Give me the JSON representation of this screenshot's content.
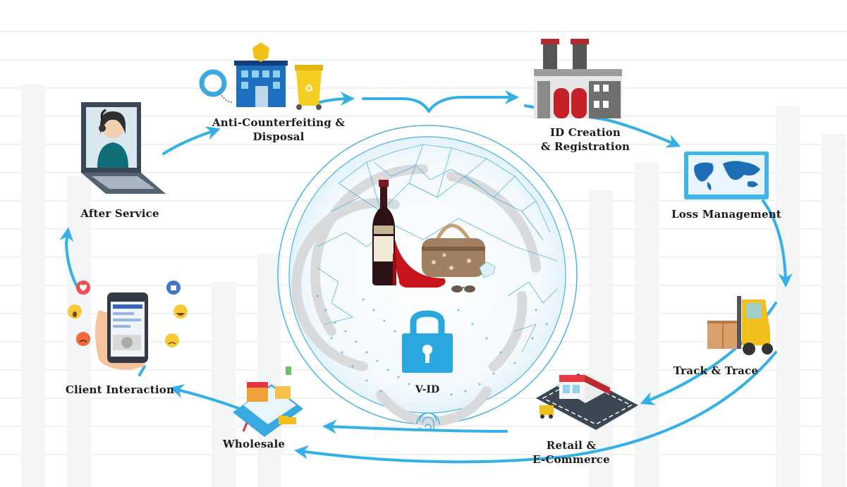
{
  "center": {
    "label": "V-ID",
    "colors": {
      "globe": "#3aa9e0",
      "lock": "#29a8df",
      "arrow": "#33b0e6"
    }
  },
  "stages": [
    {
      "id": "id-creation",
      "label_line1": "ID Creation",
      "label_line2": "& Registration",
      "icon": "factory-icon"
    },
    {
      "id": "loss-management",
      "label_line1": "Loss Management",
      "label_line2": "",
      "icon": "world-map-icon"
    },
    {
      "id": "track-trace",
      "label_line1": "Track & Trace",
      "label_line2": "",
      "icon": "forklift-icon"
    },
    {
      "id": "retail",
      "label_line1": "Retail &",
      "label_line2": "E-Commerce",
      "icon": "store-icon"
    },
    {
      "id": "wholesale",
      "label_line1": "Wholesale",
      "label_line2": "",
      "icon": "phone-shop-icon"
    },
    {
      "id": "client-interaction",
      "label_line1": "Client Interaction",
      "label_line2": "",
      "icon": "smartphone-reactions-icon"
    },
    {
      "id": "after-service",
      "label_line1": "After Service",
      "label_line2": "",
      "icon": "support-agent-icon"
    },
    {
      "id": "anti-counterfeiting",
      "label_line1": "Anti-Counterfeiting &",
      "label_line2": "Disposal",
      "icon": "police-station-icon"
    }
  ]
}
